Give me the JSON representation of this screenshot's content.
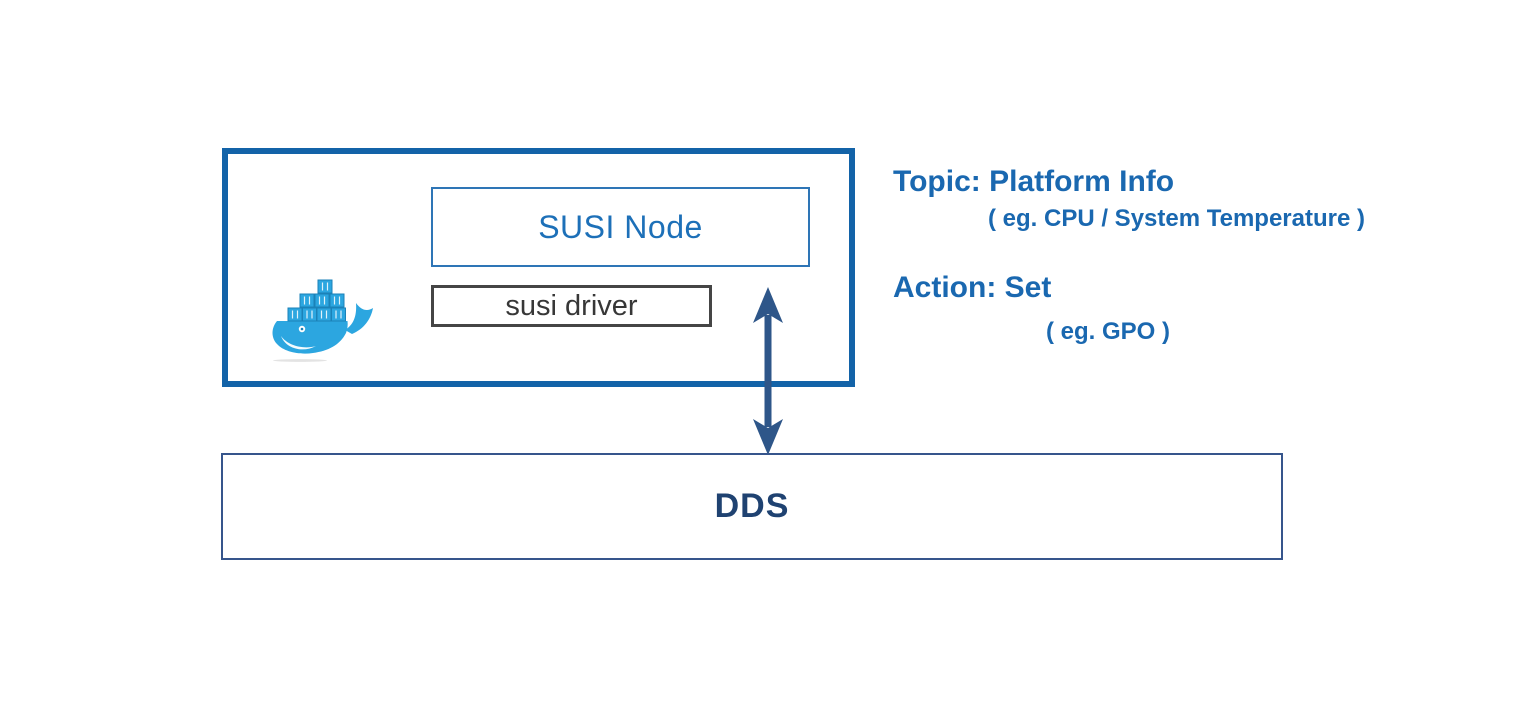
{
  "container": {
    "susi_node_label": "SUSI Node",
    "susi_driver_label": "susi driver",
    "logo_icon": "docker-whale-icon"
  },
  "dds": {
    "label": "DDS"
  },
  "annotations": {
    "topic": "Topic: Platform Info",
    "topic_example": "( eg. CPU / System Temperature )",
    "action": "Action: Set",
    "action_example": "( eg. GPO )"
  },
  "colors": {
    "outer_border": "#1363A8",
    "node_border": "#2E75B6",
    "node_text": "#1D70B8",
    "driver_border": "#454545",
    "driver_text": "#373737",
    "dds_border": "#36558C",
    "dds_text": "#1F4271",
    "arrow": "#2E5689",
    "annotation_text": "#1A68B0",
    "docker_blue": "#2CA6E0"
  }
}
